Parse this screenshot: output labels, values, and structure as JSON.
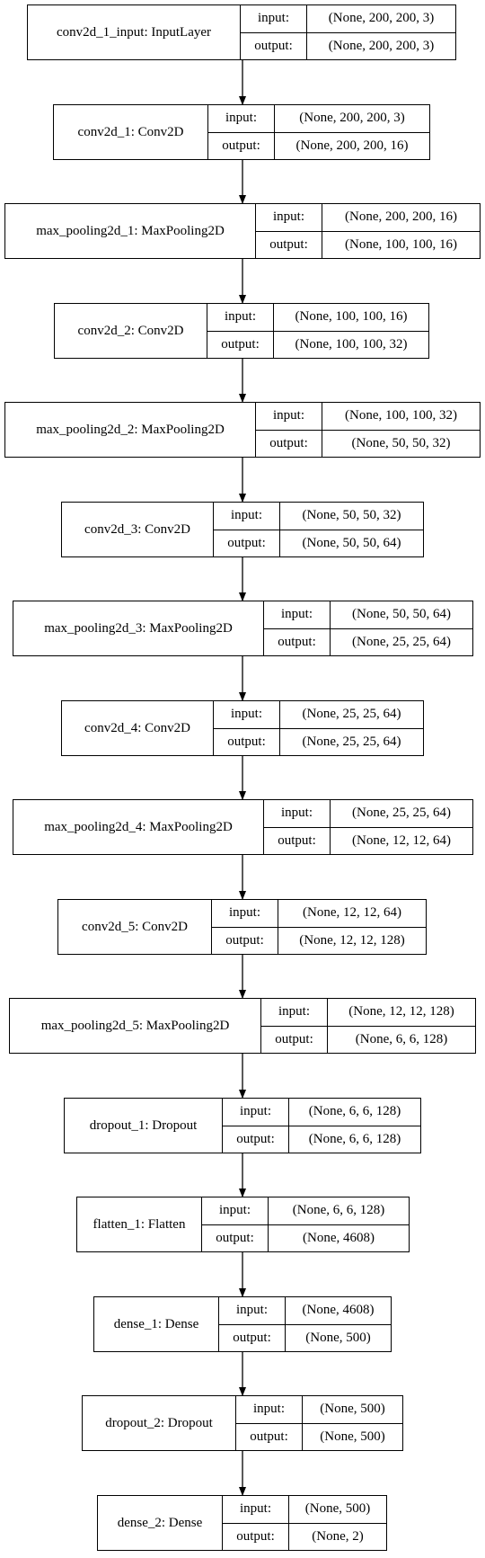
{
  "io_labels": {
    "input": "input:",
    "output": "output:"
  },
  "layers": [
    {
      "name": "conv2d_1_input: InputLayer",
      "input": "(None, 200, 200, 3)",
      "output": "(None, 200, 200, 3)"
    },
    {
      "name": "conv2d_1: Conv2D",
      "input": "(None, 200, 200, 3)",
      "output": "(None, 200, 200, 16)"
    },
    {
      "name": "max_pooling2d_1: MaxPooling2D",
      "input": "(None, 200, 200, 16)",
      "output": "(None, 100, 100, 16)"
    },
    {
      "name": "conv2d_2: Conv2D",
      "input": "(None, 100, 100, 16)",
      "output": "(None, 100, 100, 32)"
    },
    {
      "name": "max_pooling2d_2: MaxPooling2D",
      "input": "(None, 100, 100, 32)",
      "output": "(None, 50, 50, 32)"
    },
    {
      "name": "conv2d_3: Conv2D",
      "input": "(None, 50, 50, 32)",
      "output": "(None, 50, 50, 64)"
    },
    {
      "name": "max_pooling2d_3: MaxPooling2D",
      "input": "(None, 50, 50, 64)",
      "output": "(None, 25, 25, 64)"
    },
    {
      "name": "conv2d_4: Conv2D",
      "input": "(None, 25, 25, 64)",
      "output": "(None, 25, 25, 64)"
    },
    {
      "name": "max_pooling2d_4: MaxPooling2D",
      "input": "(None, 25, 25, 64)",
      "output": "(None, 12, 12, 64)"
    },
    {
      "name": "conv2d_5: Conv2D",
      "input": "(None, 12, 12, 64)",
      "output": "(None, 12, 12, 128)"
    },
    {
      "name": "max_pooling2d_5: MaxPooling2D",
      "input": "(None, 12, 12, 128)",
      "output": "(None, 6, 6, 128)"
    },
    {
      "name": "dropout_1: Dropout",
      "input": "(None, 6, 6, 128)",
      "output": "(None, 6, 6, 128)"
    },
    {
      "name": "flatten_1: Flatten",
      "input": "(None, 6, 6, 128)",
      "output": "(None, 4608)"
    },
    {
      "name": "dense_1: Dense",
      "input": "(None, 4608)",
      "output": "(None, 500)"
    },
    {
      "name": "dropout_2: Dropout",
      "input": "(None, 500)",
      "output": "(None, 500)"
    },
    {
      "name": "dense_2: Dense",
      "input": "(None, 500)",
      "output": "(None, 2)"
    }
  ]
}
